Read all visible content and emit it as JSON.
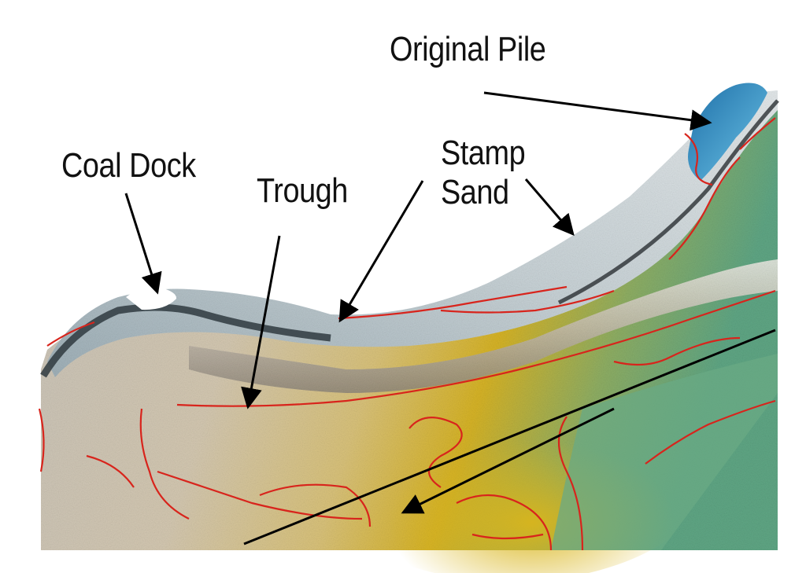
{
  "labels": {
    "original_pile": "Original Pile",
    "coal_dock": "Coal Dock",
    "trough": "Trough",
    "stamp_sand_line1": "Stamp",
    "stamp_sand_line2": "Sand"
  },
  "colors": {
    "background": "#ffffff",
    "stamp_sand": "#b9c6cc",
    "shoreline_dark": "#2f3a3f",
    "lake_bottom": "#cfc6b4",
    "shallow_tan": "#d8cfbb",
    "yellow_zone": "#d8b21e",
    "green_zone": "#6fae8a",
    "original_pile_blue": "#2f8fc6",
    "contour_red": "#d8241c",
    "arrow": "#000000"
  }
}
